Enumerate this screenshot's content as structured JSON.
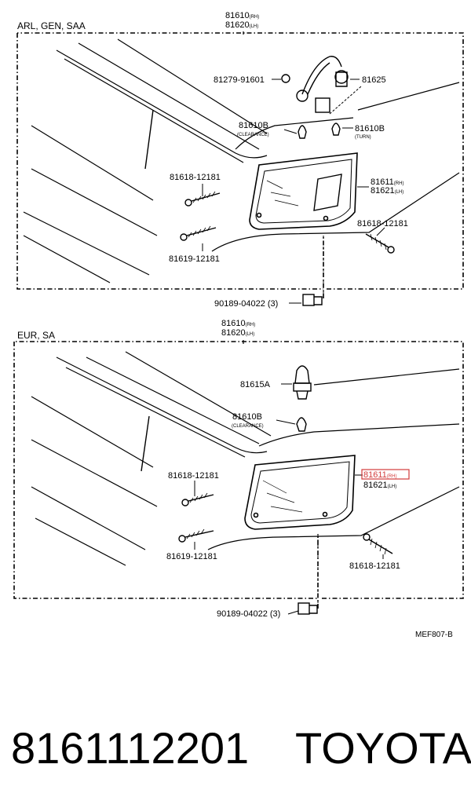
{
  "sections": [
    {
      "title": "ARL, GEN, SAA",
      "assembly": {
        "rh": "81610",
        "rh_tag": "(RH)",
        "lh": "81620",
        "lh_tag": "(LH)"
      },
      "callouts": [
        {
          "code": "81279-91601"
        },
        {
          "code": "81625"
        },
        {
          "code": "81610B",
          "note": "(CLEARANCE)"
        },
        {
          "code": "81610B",
          "note": "(TURN)"
        },
        {
          "code": "81618-12181"
        },
        {
          "code": "81611",
          "code_tag": "(RH)",
          "code2": "81621",
          "code2_tag": "(LH)"
        },
        {
          "code": "81618-12181"
        },
        {
          "code": "81619-12181"
        },
        {
          "code": "90189-04022 (3)"
        }
      ]
    },
    {
      "title": "EUR, SA",
      "assembly": {
        "rh": "81610",
        "rh_tag": "(RH)",
        "lh": "81620",
        "lh_tag": "(LH)"
      },
      "callouts": [
        {
          "code": "81615A"
        },
        {
          "code": "81610B",
          "note": "(CLEARANCE)"
        },
        {
          "code": "81618-12181"
        },
        {
          "code": "81611",
          "code_tag": "(RH)",
          "code2": "81621",
          "code2_tag": "(LH)",
          "highlighted": true
        },
        {
          "code": "81619-12181"
        },
        {
          "code": "81618-12181"
        },
        {
          "code": "90189-04022 (3)"
        }
      ]
    }
  ],
  "figure_code": "MEF807-B",
  "caption": {
    "part_number": "8161112201",
    "brand": "TOYOTA"
  },
  "colors": {
    "line": "#000000",
    "highlight": "#d23b3b"
  }
}
